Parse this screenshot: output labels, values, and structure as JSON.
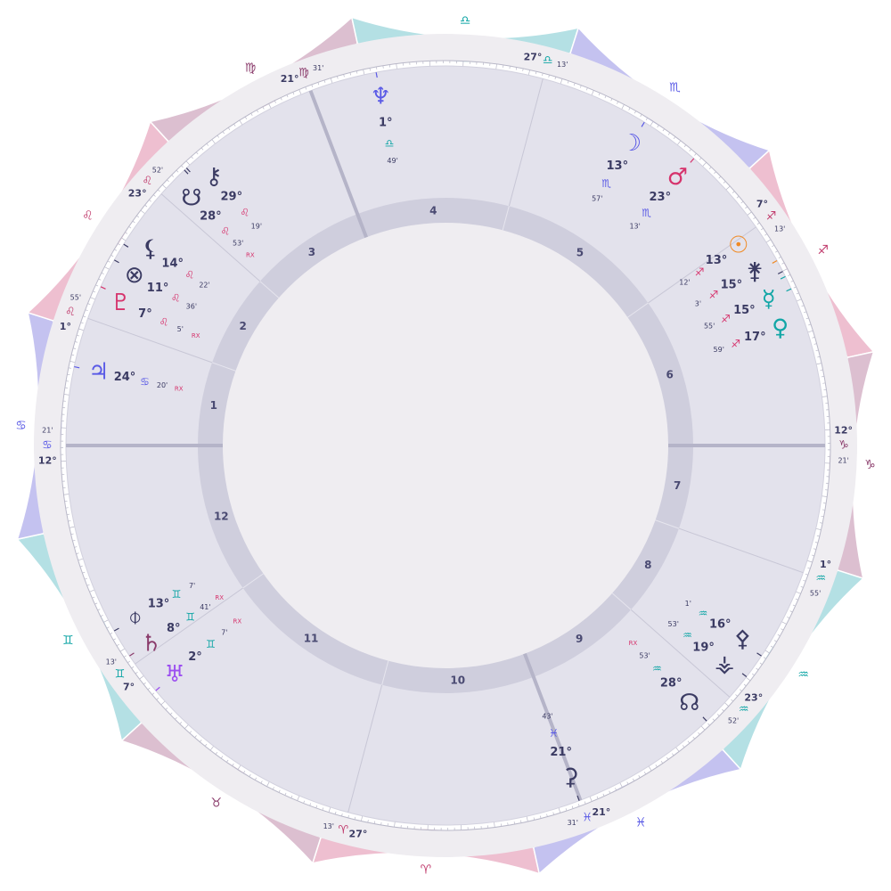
{
  "colors": {
    "fire": "#eebfd0",
    "earth": "#dcbfd0",
    "air": "#b4e0e4",
    "water": "#c4c2f0",
    "zodiac_ring_inner": "#efedf1",
    "house_area": "#e3e2ec",
    "house_band": "#cfcedd",
    "center": "#efedf1",
    "accent_pink": "#d6336c",
    "accent_teal": "#12a6a6",
    "dark": "#3b3b63"
  },
  "zodiac_signs": [
    {
      "name": "aries",
      "glyph": "♈",
      "element": "fire",
      "color": "#c0396b"
    },
    {
      "name": "taurus",
      "glyph": "♉",
      "element": "earth",
      "color": "#8a3b6b"
    },
    {
      "name": "gemini",
      "glyph": "♊",
      "element": "air",
      "color": "#12a6a6"
    },
    {
      "name": "cancer",
      "glyph": "♋",
      "element": "water",
      "color": "#5a5ae6"
    },
    {
      "name": "leo",
      "glyph": "♌",
      "element": "fire",
      "color": "#c0396b"
    },
    {
      "name": "virgo",
      "glyph": "♍",
      "element": "earth",
      "color": "#8a3b6b"
    },
    {
      "name": "libra",
      "glyph": "♎",
      "element": "air",
      "color": "#12a6a6"
    },
    {
      "name": "scorpio",
      "glyph": "♏",
      "element": "water",
      "color": "#5a5ae6"
    },
    {
      "name": "sagittarius",
      "glyph": "♐",
      "element": "fire",
      "color": "#c0396b"
    },
    {
      "name": "capricorn",
      "glyph": "♑",
      "element": "earth",
      "color": "#8a3b6b"
    },
    {
      "name": "aquarius",
      "glyph": "♒",
      "element": "air",
      "color": "#12a6a6"
    },
    {
      "name": "pisces",
      "glyph": "♓",
      "element": "water",
      "color": "#5a5ae6"
    }
  ],
  "ascendant_longitude": 102.35,
  "house_cusps": [
    {
      "house": "1",
      "longitude": 102.35,
      "degree": "12°",
      "sign": "♋",
      "minute": "21'"
    },
    {
      "house": "2",
      "longitude": 121.92,
      "degree": "1°",
      "sign": "♌",
      "minute": "55'"
    },
    {
      "house": "3",
      "longitude": 143.87,
      "degree": "23°",
      "sign": "♌",
      "minute": "52'"
    },
    {
      "house": "4",
      "longitude": 171.52,
      "degree": "21°",
      "sign": "♍",
      "minute": "31'"
    },
    {
      "house": "5",
      "longitude": 207.22,
      "degree": "27°",
      "sign": "♎",
      "minute": "13'"
    },
    {
      "house": "6",
      "longitude": 247.22,
      "degree": "7°",
      "sign": "♐",
      "minute": "13'"
    },
    {
      "house": "7",
      "longitude": 282.35,
      "degree": "12°",
      "sign": "♑",
      "minute": "21'"
    },
    {
      "house": "8",
      "longitude": 301.92,
      "degree": "1°",
      "sign": "♒",
      "minute": "55'"
    },
    {
      "house": "9",
      "longitude": 323.87,
      "degree": "23°",
      "sign": "♒",
      "minute": "52'"
    },
    {
      "house": "10",
      "longitude": 351.52,
      "degree": "21°",
      "sign": "♓",
      "minute": "31'"
    },
    {
      "house": "11",
      "longitude": 27.22,
      "degree": "27°",
      "sign": "♈",
      "minute": "13'"
    },
    {
      "house": "12",
      "longitude": 67.22,
      "degree": "7°",
      "sign": "♊",
      "minute": "13'"
    }
  ],
  "planets": [
    {
      "name": "ceres",
      "glyph": "⚳",
      "color": "#3b3b63",
      "longitude": 351.72,
      "degree": "21°",
      "sign": "♓",
      "sign_color": "#5a5ae6",
      "minute": "43'",
      "retrograde": false,
      "color_values": "#3b3b63"
    },
    {
      "name": "north-node",
      "glyph": "☊",
      "color": "#3b3b63",
      "longitude": 328.88,
      "degree": "28°",
      "sign": "♒",
      "sign_color": "#12a6a6",
      "minute": "53'",
      "retrograde": true,
      "color_values": "#d6336c"
    },
    {
      "name": "vertex",
      "glyph": "⚶",
      "color": "#3b3b63",
      "longitude": 319.88,
      "degree": "19°",
      "sign": "♒",
      "sign_color": "#12a6a6",
      "minute": "53'",
      "retrograde": false,
      "color_values": "#3b3b63"
    },
    {
      "name": "pallas",
      "glyph": "⚴",
      "color": "#3b3b63",
      "longitude": 316.02,
      "degree": "16°",
      "sign": "♒",
      "sign_color": "#12a6a6",
      "minute": "1'",
      "retrograde": false,
      "color_values": "#3b3b63"
    },
    {
      "name": "venus",
      "glyph": "♀",
      "color": "#12a6a6",
      "longitude": 257.98,
      "degree": "17°",
      "sign": "♐",
      "sign_color": "#d6336c",
      "minute": "59'",
      "retrograde": false,
      "color_values": "#3b3b63"
    },
    {
      "name": "mercury",
      "glyph": "☿",
      "color": "#12a6a6",
      "longitude": 255.92,
      "degree": "15°",
      "sign": "♐",
      "sign_color": "#d6336c",
      "minute": "55'",
      "retrograde": false,
      "color_values": "#3b3b63"
    },
    {
      "name": "juno",
      "glyph": "⚵",
      "color": "#3b3b63",
      "longitude": 255.05,
      "degree": "15°",
      "sign": "♐",
      "sign_color": "#d6336c",
      "minute": "3'",
      "retrograde": false,
      "color_values": "#3b3b63"
    },
    {
      "name": "sun",
      "glyph": "☉",
      "color": "#f08a24",
      "longitude": 253.2,
      "degree": "13°",
      "sign": "♐",
      "sign_color": "#d6336c",
      "minute": "12'",
      "retrograde": false,
      "color_values": "#3b3b63"
    },
    {
      "name": "mars",
      "glyph": "♂",
      "color": "#d6336c",
      "longitude": 233.22,
      "degree": "23°",
      "sign": "♏",
      "sign_color": "#5a5ae6",
      "minute": "13'",
      "retrograde": false,
      "color_values": "#3b3b63"
    },
    {
      "name": "moon",
      "glyph": "☽",
      "color": "#5a5ae6",
      "longitude": 223.95,
      "degree": "13°",
      "sign": "♏",
      "sign_color": "#5a5ae6",
      "minute": "57'",
      "retrograde": false,
      "color_values": "#3b3b63"
    },
    {
      "name": "neptune",
      "glyph": "♆",
      "color": "#5a5ae6",
      "longitude": 181.82,
      "degree": "1°",
      "sign": "♎",
      "sign_color": "#12a6a6",
      "minute": "49'",
      "retrograde": false,
      "color_values": "#3b3b63"
    },
    {
      "name": "south-node",
      "glyph": "☋",
      "color": "#3b3b63",
      "longitude": 148.88,
      "degree": "28°",
      "sign": "♌",
      "sign_color": "#d6336c",
      "minute": "53'",
      "retrograde": true,
      "color_values": "#d6336c"
    },
    {
      "name": "chiron",
      "glyph": "⚷",
      "color": "#3b3b63",
      "longitude": 149.32,
      "degree": "29°",
      "sign": "♌",
      "sign_color": "#d6336c",
      "minute": "19'",
      "retrograde": false,
      "color_values": "#3b3b63"
    },
    {
      "name": "pluto",
      "glyph": "♇",
      "color": "#d6336c",
      "longitude": 127.08,
      "degree": "7°",
      "sign": "♌",
      "sign_color": "#d6336c",
      "minute": "5'",
      "retrograde": true,
      "color_values": "#d6336c"
    },
    {
      "name": "fortune",
      "glyph": "⊗",
      "color": "#3b3b63",
      "longitude": 131.6,
      "degree": "11°",
      "sign": "♌",
      "sign_color": "#d6336c",
      "minute": "36'",
      "retrograde": false,
      "color_values": "#3b3b63"
    },
    {
      "name": "lilith",
      "glyph": "⚸",
      "color": "#3b3b63",
      "longitude": 134.37,
      "degree": "14°",
      "sign": "♌",
      "sign_color": "#d6336c",
      "minute": "22'",
      "retrograde": false,
      "color_values": "#3b3b63"
    },
    {
      "name": "jupiter",
      "glyph": "♃",
      "color": "#5a5ae6",
      "longitude": 114.33,
      "degree": "24°",
      "sign": "♋",
      "sign_color": "#5a5ae6",
      "minute": "20'",
      "retrograde": true,
      "color_values": "#d6336c"
    },
    {
      "name": "saturn",
      "glyph": "♄",
      "color": "#8a3b6b",
      "longitude": 68.68,
      "degree": "8°",
      "sign": "♊",
      "sign_color": "#12a6a6",
      "minute": "41'",
      "retrograde": true,
      "color_values": "#d6336c"
    },
    {
      "name": "descendant-point",
      "glyph": "⌽",
      "color": "#3b3b63",
      "longitude": 73.12,
      "degree": "13°",
      "sign": "♊",
      "sign_color": "#12a6a6",
      "minute": "7'",
      "retrograde": false,
      "color_values": "#3b3b63"
    },
    {
      "name": "uranus",
      "glyph": "♅",
      "color": "#9c4ff0",
      "longitude": 62.12,
      "degree": "2°",
      "sign": "♊",
      "sign_color": "#12a6a6",
      "minute": "7'",
      "retrograde": true,
      "color_values": "#d6336c"
    }
  ],
  "rx_label": "RX"
}
